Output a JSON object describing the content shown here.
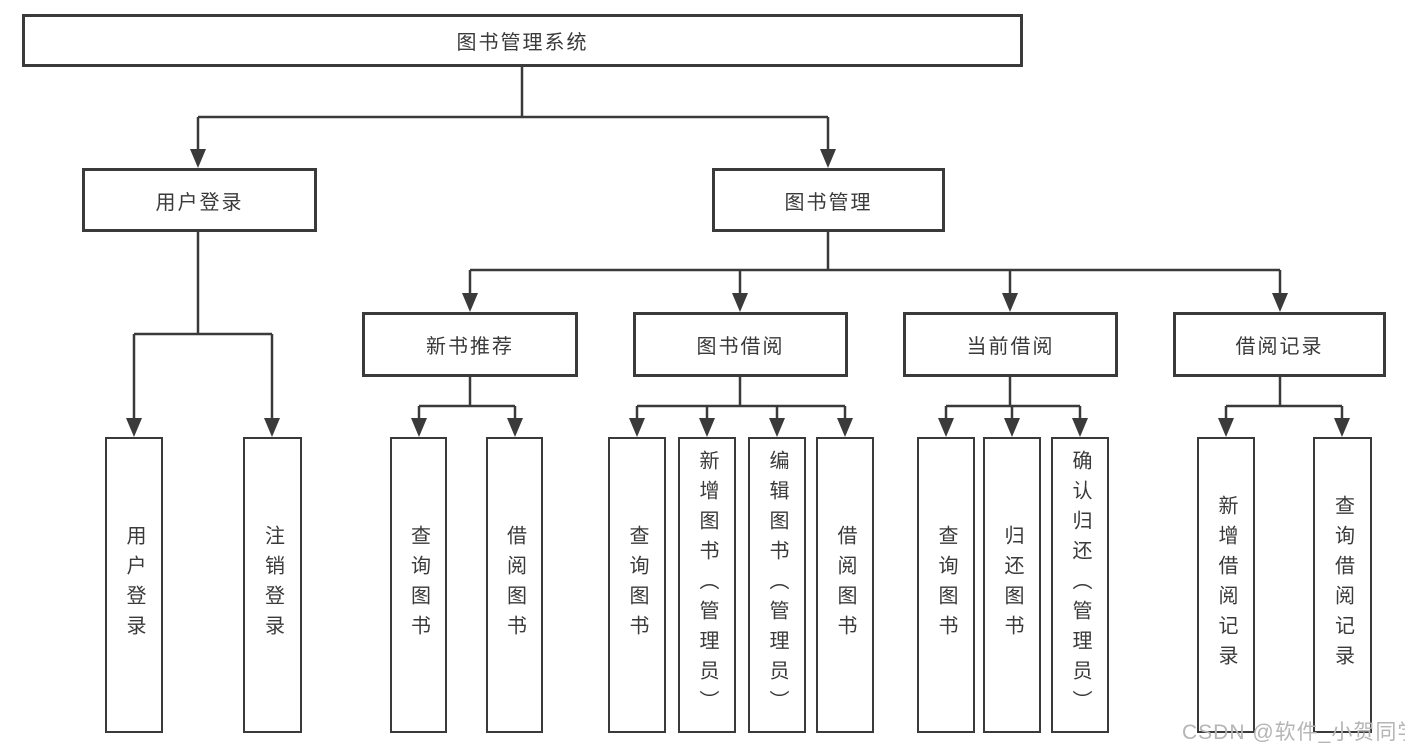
{
  "diagram": {
    "nodes": {
      "system": "图书管理系统",
      "user_login": "用户登录",
      "book_management": "图书管理",
      "new_book_recommend": "新书推荐",
      "book_borrowing": "图书借阅",
      "current_borrowing": "当前借阅",
      "borrowing_records": "借阅记录",
      "user_login_leaf": "用户登录",
      "logout_leaf": "注销登录",
      "query_books_recommend": "查询图书",
      "borrow_books_recommend": "借阅图书",
      "query_books_borrowing": "查询图书",
      "add_books_admin": "新增图书（管理员）",
      "edit_books_admin": "编辑图书（管理员）",
      "borrow_books_borrowing": "借阅图书",
      "query_books_current": "查询图书",
      "return_books": "归还图书",
      "confirm_return_admin": "确认归还（管理员）",
      "add_borrow_record": "新增借阅记录",
      "query_borrow_record": "查询借阅记录"
    },
    "hierarchy": {
      "图书管理系统": {
        "用户登录": [
          "用户登录",
          "注销登录"
        ],
        "图书管理": {
          "新书推荐": [
            "查询图书",
            "借阅图书"
          ],
          "图书借阅": [
            "查询图书",
            "新增图书（管理员）",
            "编辑图书（管理员）",
            "借阅图书"
          ],
          "当前借阅": [
            "查询图书",
            "归还图书",
            "确认归还（管理员）"
          ],
          "借阅记录": [
            "新增借阅记录",
            "查询借阅记录"
          ]
        }
      }
    },
    "watermark": "CSDN @软件_小贺同学",
    "colors": {
      "line": "#3a3a3a",
      "text": "#3a3a3a",
      "watermark": "#b5b5b5",
      "background": "#ffffff"
    }
  }
}
